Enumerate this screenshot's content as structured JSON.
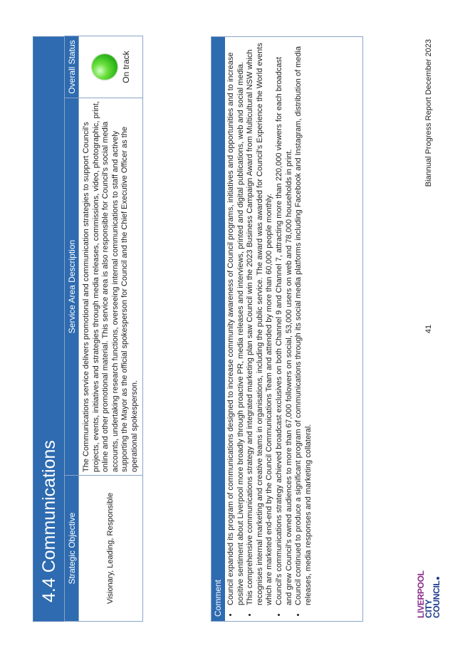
{
  "section": {
    "title": "4.4 Communications"
  },
  "service_table": {
    "headers": {
      "objective": "Strategic Objective",
      "description": "Service Area Description",
      "status": "Overall Status"
    },
    "row": {
      "objective": "Visionary, Leading, Responsible",
      "description": "The Communications service delivers promotional and communication strategies to support Council's projects, events, initiatives and strategies through media releases, commissions, video, photographic, print, online and other promotional material. This service area is also responsible for Council's social media accounts, undertaking research functions, overseeing internal communications to staff and actively supporting the Mayor as the official spokesperson for Council and the Chief Executive Officer as the operational spokesperson.",
      "status_label": "On track",
      "status_color": "#3cc424"
    }
  },
  "comment": {
    "header": "Comment",
    "bullets": [
      "Council expanded its program of communications designed to increase community awareness of Council programs, initiatives and opportunities and to increase positive sentiment about Liverpool more broadly through proactive PR, media releases and interviews, printed and digital publications, web and social media.",
      "This comprehensive communications strategy and integrated marketing plan saw Council win the 2023 Business Campaign Award from Multicultural NSW which recognises internal marketing and creative teams in organisations, including the public service. The award was awarded for Council's Experience the World events which are marketed end-end by the Council Communications Team and attended by more than 60,000 people monthly.",
      "Council's communications strategy achieved broadcast exclusives on both Channel 9 and Channel 7, attracting more than 220,000 viewers for each broadcast and grew Council's owned audiences to more than 67,000 followers on social, 53,000 users on web and 78,000 households in print.",
      "Council continued to produce a significant program of communications through its social media platforms including Facebook and Instagram, distribution of media releases, media responses and marketing collateral."
    ]
  },
  "footer": {
    "page_number": "41",
    "report_name": "Biannual Progress Report December 2023",
    "logo": {
      "line1": "LIVERPOOL",
      "line2": "CITY",
      "line3": "COUNCIL"
    }
  },
  "colors": {
    "header_blue": "#2e6bb0",
    "logo_purple": "#8a2a8a",
    "logo_navy": "#1a3a8a"
  }
}
